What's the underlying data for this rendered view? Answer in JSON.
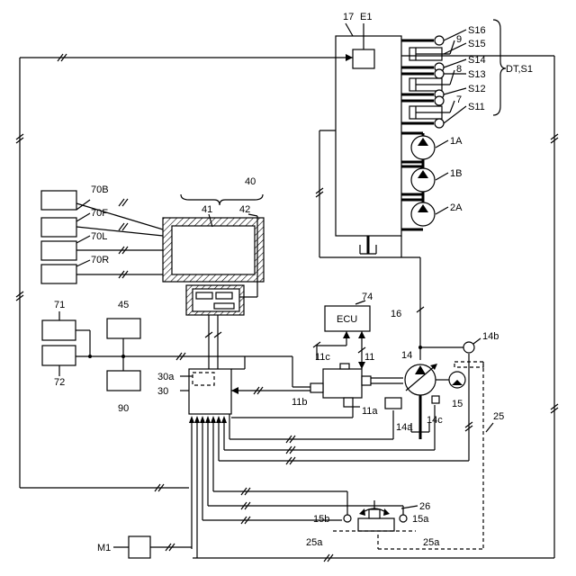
{
  "labels": {
    "n17": "17",
    "e1": "E1",
    "s16": "S16",
    "s15": "S15",
    "s14": "S14",
    "s13": "S13",
    "s12": "S12",
    "s11": "S11",
    "n9": "9",
    "n8": "8",
    "n7": "7",
    "dt_s1": "DT,S1",
    "p1a": "1A",
    "p1b": "1B",
    "p2a": "2A",
    "n40": "40",
    "n41": "41",
    "n42": "42",
    "b70b": "70B",
    "b70f": "70F",
    "b70l": "70L",
    "b70r": "70R",
    "n74": "74",
    "ecu": "ECU",
    "n16": "16",
    "n71": "71",
    "n72": "72",
    "n45": "45",
    "n90": "90",
    "n11": "11",
    "n11c": "11c",
    "n11b": "11b",
    "n11a": "11a",
    "n14": "14",
    "n14b": "14b",
    "n14a": "14a",
    "n14c": "14c",
    "n15": "15",
    "n25": "25",
    "n30": "30",
    "n30a": "30a",
    "n26": "26",
    "n15b": "15b",
    "n15a": "15a",
    "n25a_l": "25a",
    "n25a_r": "25a",
    "m1": "M1"
  }
}
